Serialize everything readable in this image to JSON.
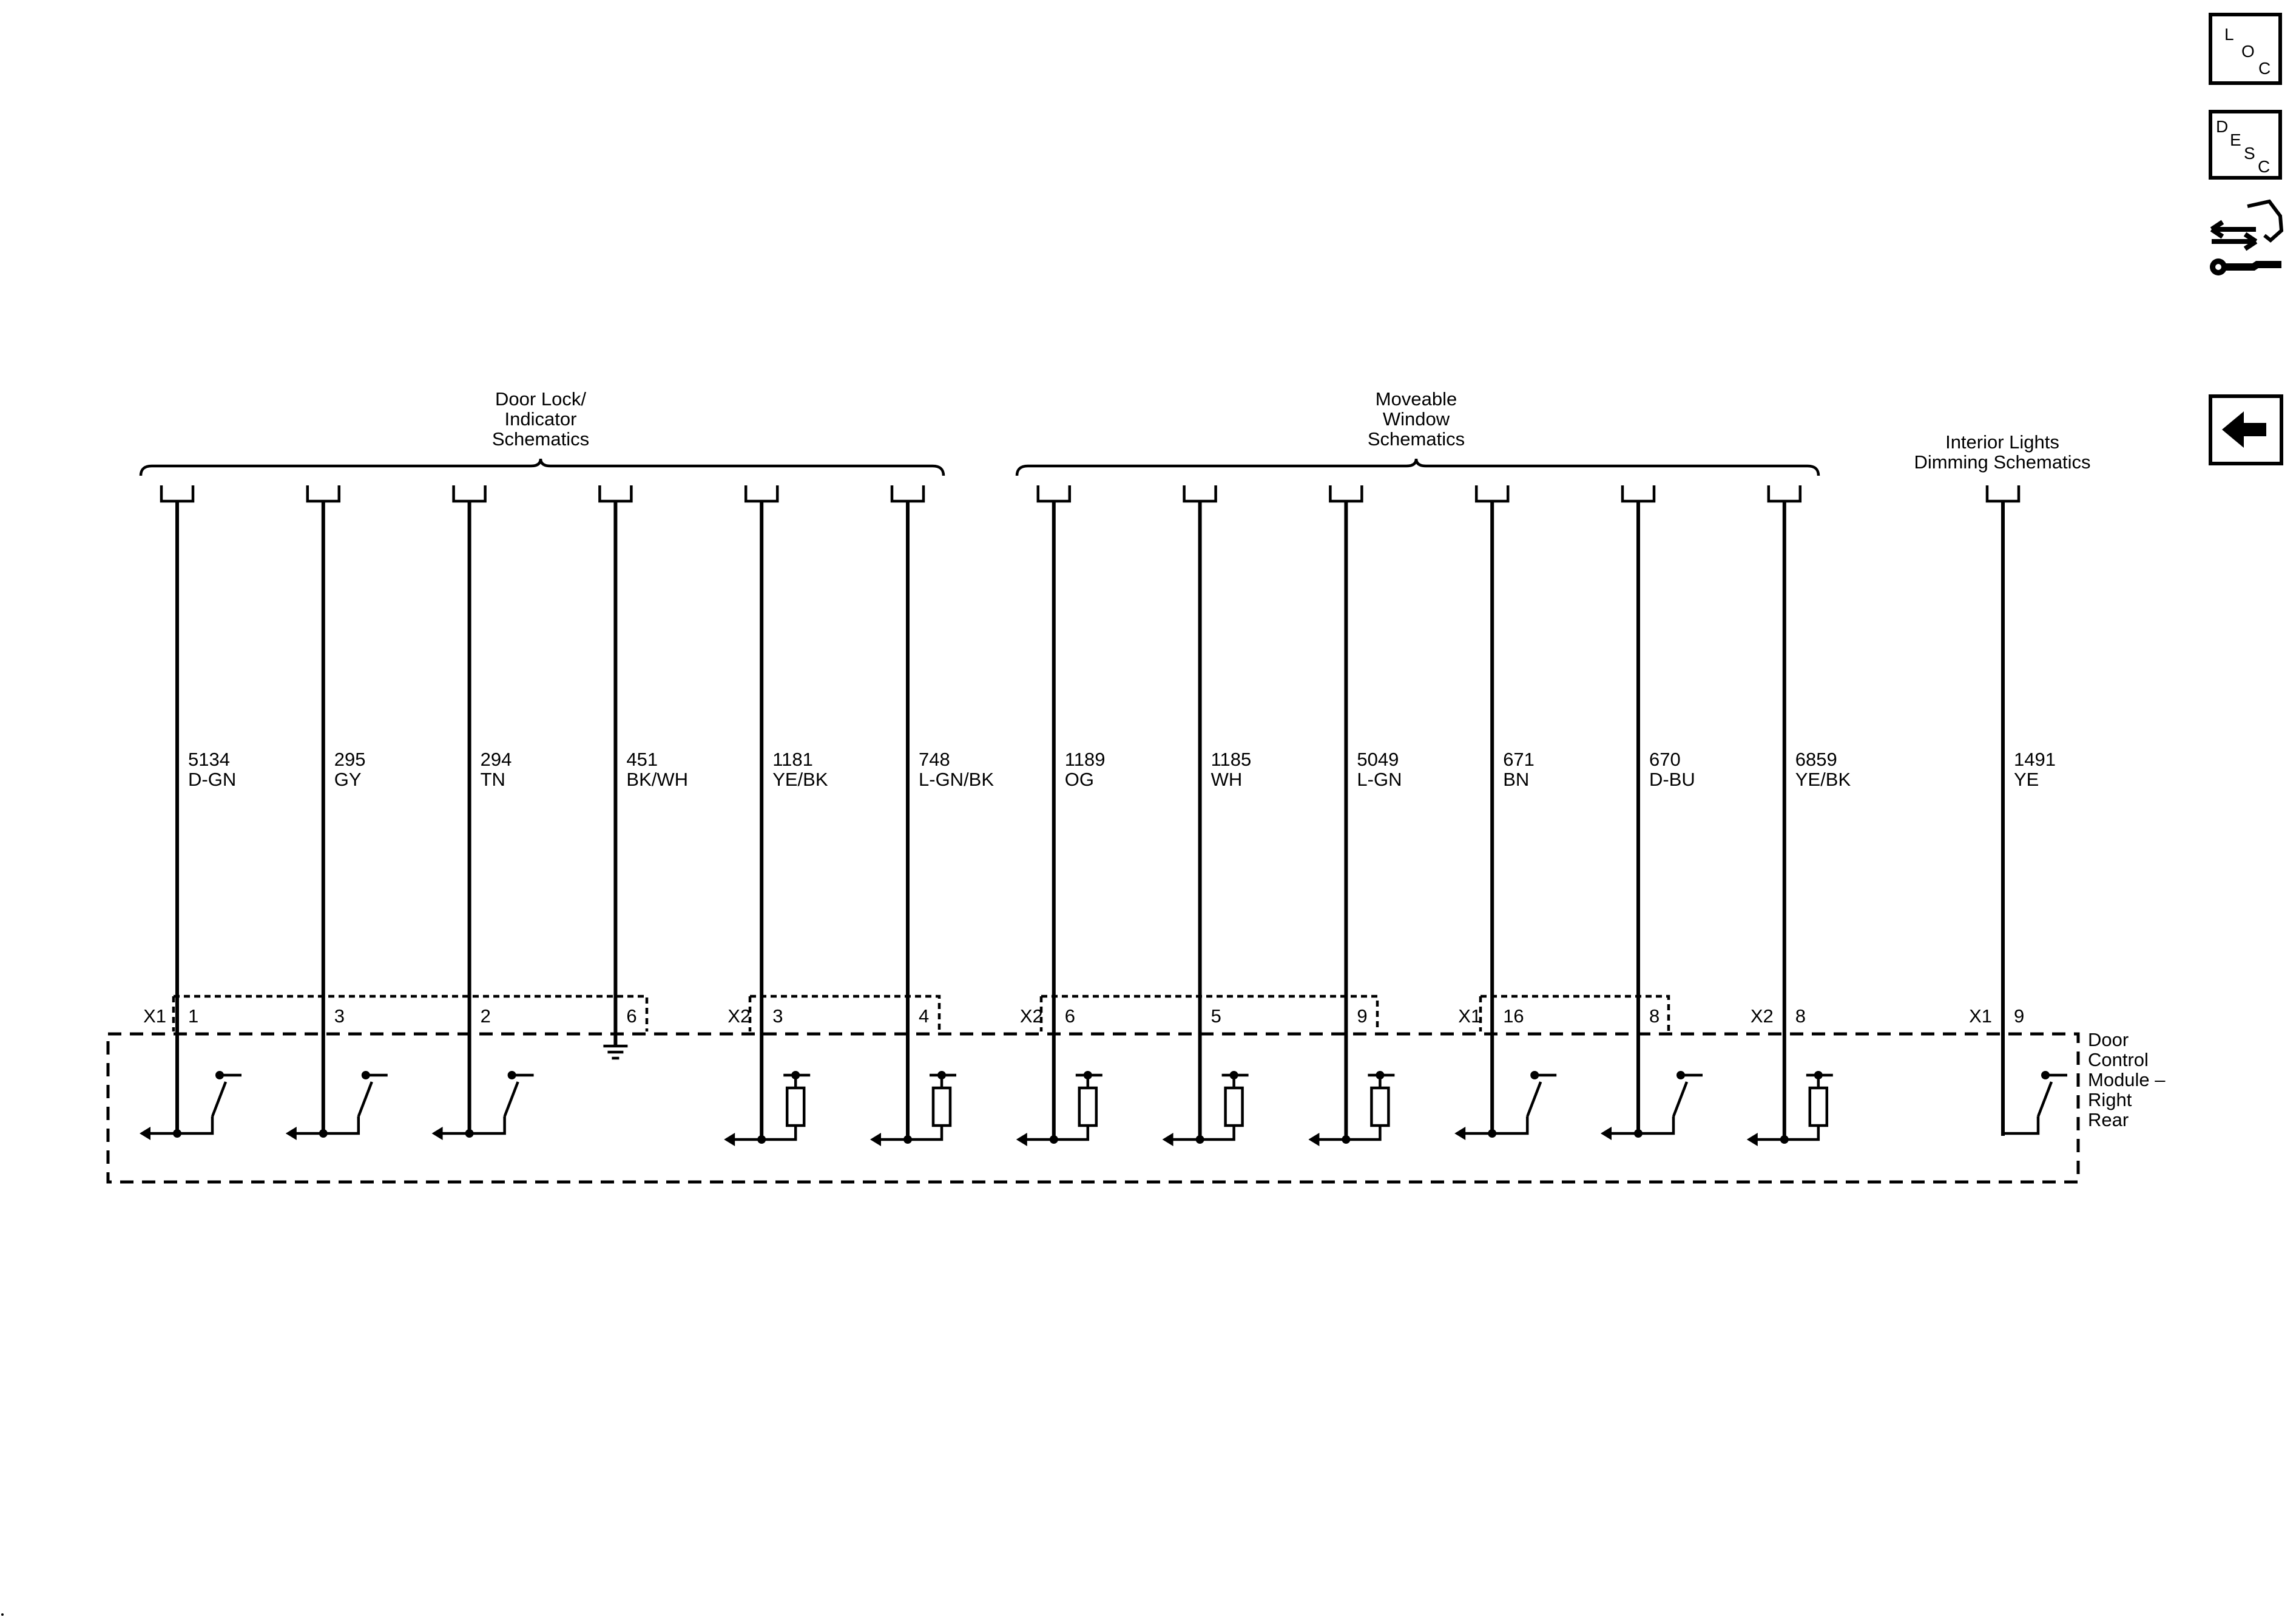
{
  "groups": [
    {
      "lines": [
        "Door Lock/",
        "Indicator",
        "Schematics"
      ]
    },
    {
      "lines": [
        "Moveable",
        "Window",
        "Schematics"
      ]
    },
    {
      "lines": [
        "Interior Lights",
        "Dimming Schematics"
      ]
    }
  ],
  "wires": [
    {
      "circuit": "5134",
      "color": "D-GN",
      "pin": "1",
      "connector": "X1",
      "element": "switch"
    },
    {
      "circuit": "295",
      "color": "GY",
      "pin": "3",
      "connector": "",
      "element": "switch"
    },
    {
      "circuit": "294",
      "color": "TN",
      "pin": "2",
      "connector": "",
      "element": "switch"
    },
    {
      "circuit": "451",
      "color": "BK/WH",
      "pin": "6",
      "connector": "",
      "element": "ground"
    },
    {
      "circuit": "1181",
      "color": "YE/BK",
      "pin": "3",
      "connector": "X2",
      "element": "resistor"
    },
    {
      "circuit": "748",
      "color": "L-GN/BK",
      "pin": "4",
      "connector": "",
      "element": "resistor"
    },
    {
      "circuit": "1189",
      "color": "OG",
      "pin": "6",
      "connector": "X2",
      "element": "resistor"
    },
    {
      "circuit": "1185",
      "color": "WH",
      "pin": "5",
      "connector": "",
      "element": "resistor"
    },
    {
      "circuit": "5049",
      "color": "L-GN",
      "pin": "9",
      "connector": "",
      "element": "resistor"
    },
    {
      "circuit": "671",
      "color": "BN",
      "pin": "16",
      "connector": "X1",
      "element": "switch"
    },
    {
      "circuit": "670",
      "color": "D-BU",
      "pin": "8",
      "connector": "",
      "element": "switch"
    },
    {
      "circuit": "6859",
      "color": "YE/BK",
      "pin": "8",
      "connector": "X2",
      "element": "resistor"
    },
    {
      "circuit": "1491",
      "color": "YE",
      "pin": "9",
      "connector": "X1",
      "element": "switch-open"
    }
  ],
  "module": {
    "lines": [
      "Door",
      "Control",
      "Module –",
      "Right",
      "Rear"
    ]
  },
  "nav": {
    "loc": [
      "L",
      "O",
      "C"
    ],
    "desc": [
      "D",
      "E",
      "S",
      "C"
    ],
    "service_icon": "connector-wrench-icon",
    "back_icon": "arrow-left-icon"
  }
}
